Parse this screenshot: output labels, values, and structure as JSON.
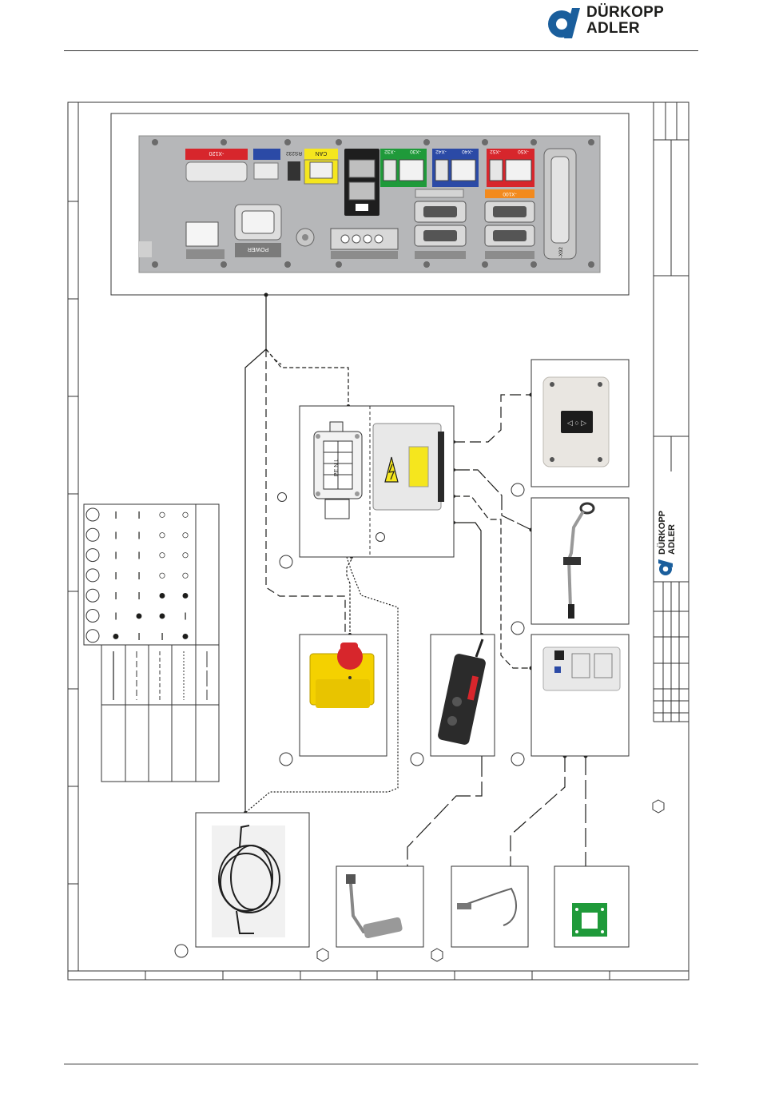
{
  "brand": {
    "line1": "DÜRKOPP",
    "line2": "ADLER",
    "color": "#1a5e9c"
  },
  "panel": {
    "labels": {
      "x120": "-X120",
      "rs232": "RS232",
      "can": "CAN",
      "x32": "-X32",
      "x30": "-X30",
      "x42": "-X42",
      "x40": "-X40",
      "x52": "-X52",
      "x50": "-X50",
      "x100": "-X100",
      "x92": "-X92",
      "power": "POWER"
    },
    "colors": {
      "red": "#d7262c",
      "blue": "#2b4aa6",
      "yellow": "#f5e61e",
      "green": "#1f9a3a",
      "orange": "#f28a1e",
      "dark": "#2c2c2c"
    }
  },
  "devices": {
    "pedal_buttons": "◁ ○ ▷",
    "power_box_terminals": "PE N L",
    "legend_rows": [
      [
        "I",
        "I",
        "○",
        "○"
      ],
      [
        "I",
        "I",
        "○",
        "○"
      ],
      [
        "I",
        "I",
        "○",
        "○"
      ],
      [
        "I",
        "I",
        "○",
        "○"
      ],
      [
        "I",
        "I",
        "●",
        "●"
      ],
      [
        "I",
        "●",
        "●",
        "I"
      ],
      [
        "●",
        "I",
        "I",
        "●"
      ]
    ]
  }
}
